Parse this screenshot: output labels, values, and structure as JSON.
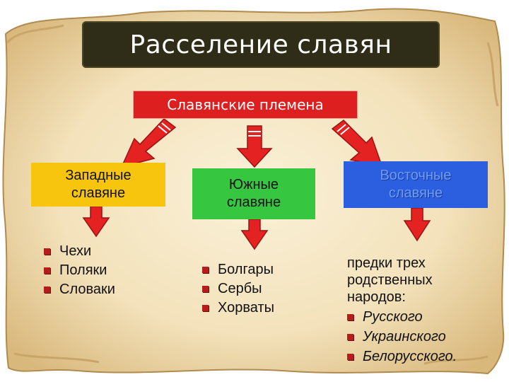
{
  "title": "Расселение славян",
  "tribes_label": "Славянские племена",
  "groups": {
    "west": {
      "line1": "Западные",
      "line2": "славяне",
      "items": [
        "Чехи",
        "Поляки",
        "Словаки"
      ]
    },
    "south": {
      "line1": "Южные",
      "line2": "славяне",
      "items": [
        "Болгары",
        "Сербы",
        "Хорваты"
      ]
    },
    "east": {
      "line1": "Восточные",
      "line2": "славяне",
      "intro1": "предки трех",
      "intro2": "родственных",
      "intro3": "народов:",
      "items": [
        "Русского",
        "Украинского",
        "Белорусского."
      ]
    }
  },
  "colors": {
    "title_bg": "#2f2c17",
    "tribes_bg": "#dd1f1f",
    "west_bg": "#f7c40e",
    "south_bg": "#36c63f",
    "east_bg": "#2b5fe0",
    "arrow": "#e52222",
    "bullet": "#b51c1c",
    "parchment": "#f3e3be"
  }
}
